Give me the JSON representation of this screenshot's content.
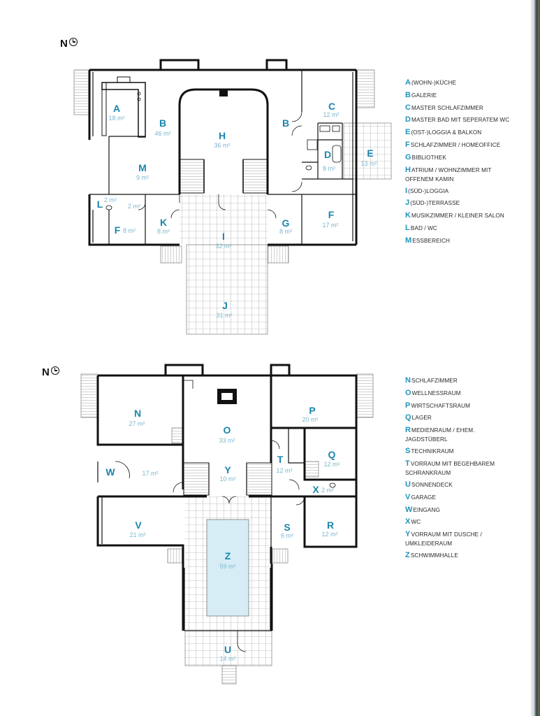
{
  "north_label": "N",
  "upper_rooms": [
    {
      "letter": "A",
      "area": "18 m²"
    },
    {
      "letter": "B",
      "area": "46 m²"
    },
    {
      "letter": "H",
      "area": "36 m²"
    },
    {
      "letter": "B",
      "area": ""
    },
    {
      "letter": "C",
      "area": "12 m²"
    },
    {
      "letter": "D",
      "area": "8 m²"
    },
    {
      "letter": "E",
      "area": "13 m²"
    },
    {
      "letter": "M",
      "area": "9 m²"
    },
    {
      "letter": "L",
      "area": "2 m²"
    },
    {
      "letter": "",
      "area": "2 m²"
    },
    {
      "letter": "F",
      "area": "8 m²"
    },
    {
      "letter": "K",
      "area": "8 m²"
    },
    {
      "letter": "I",
      "area": "32 m²"
    },
    {
      "letter": "G",
      "area": "8 m²"
    },
    {
      "letter": "F",
      "area": "17 m²"
    },
    {
      "letter": "J",
      "area": "31 m²"
    }
  ],
  "lower_rooms": [
    {
      "letter": "N",
      "area": "27 m²"
    },
    {
      "letter": "O",
      "area": "33 m²"
    },
    {
      "letter": "P",
      "area": "20 m²"
    },
    {
      "letter": "W",
      "area": ""
    },
    {
      "letter": "",
      "area": "17 m²"
    },
    {
      "letter": "Y",
      "area": "10 m²"
    },
    {
      "letter": "T",
      "area": "12 m²"
    },
    {
      "letter": "Q",
      "area": "12 m²"
    },
    {
      "letter": "X",
      "area": "2 m²"
    },
    {
      "letter": "V",
      "area": "21 m²"
    },
    {
      "letter": "S",
      "area": "6 m²"
    },
    {
      "letter": "R",
      "area": "12 m²"
    },
    {
      "letter": "Z",
      "area": "59 m²"
    },
    {
      "letter": "U",
      "area": "14 m²"
    }
  ],
  "legend_upper": [
    {
      "letter": "A",
      "text": "(WOHN-)KÜCHE"
    },
    {
      "letter": "B",
      "text": "GALERIE"
    },
    {
      "letter": "C",
      "text": "MASTER SCHLAFZIMMER"
    },
    {
      "letter": "D",
      "text": "MASTER BAD MIT SEPERATEM WC"
    },
    {
      "letter": "E",
      "text": "(OST-)LOGGIA & BALKON"
    },
    {
      "letter": "F",
      "text": "SCHLAFZIMMER / HOMEOFFICE"
    },
    {
      "letter": "G",
      "text": "BIBLIOTHEK"
    },
    {
      "letter": "H",
      "text": "ATRIUM / WOHNZIMMER MIT OFFENEM KAMIN"
    },
    {
      "letter": "I",
      "text": "(SÜD-)LOGGIA"
    },
    {
      "letter": "J",
      "text": "(SÜD-)TERRASSE"
    },
    {
      "letter": "K",
      "text": "MUSIKZIMMER / KLEINER SALON"
    },
    {
      "letter": "L",
      "text": "BAD / WC"
    },
    {
      "letter": "M",
      "text": "ESSBEREICH"
    }
  ],
  "legend_lower": [
    {
      "letter": "N",
      "text": "SCHLAFZIMMER"
    },
    {
      "letter": "O",
      "text": "WELLNESSRAUM"
    },
    {
      "letter": "P",
      "text": "WIRTSCHAFTSRAUM"
    },
    {
      "letter": "Q",
      "text": "LAGER"
    },
    {
      "letter": "R",
      "text": "MEDIENRAUM / EHEM. JAGDSTÜBERL"
    },
    {
      "letter": "S",
      "text": "TECHNIKRAUM"
    },
    {
      "letter": "T",
      "text": "VORRAUM MIT BEGEHBAREM SCHRANKRAUM"
    },
    {
      "letter": "U",
      "text": "SONNENDECK"
    },
    {
      "letter": "V",
      "text": "GARAGE"
    },
    {
      "letter": "W",
      "text": "EINGANG"
    },
    {
      "letter": "X",
      "text": "WC"
    },
    {
      "letter": "Y",
      "text": "VORRAUM MIT DUSCHE / UMKLEIDERAUM"
    },
    {
      "letter": "Z",
      "text": "SCHWIMMHALLE"
    }
  ],
  "colors": {
    "label": "#1a86ad",
    "area": "#7db6cf",
    "pool": "#d6edf5",
    "wall": "#111111",
    "grid": "#8c8c8c"
  }
}
